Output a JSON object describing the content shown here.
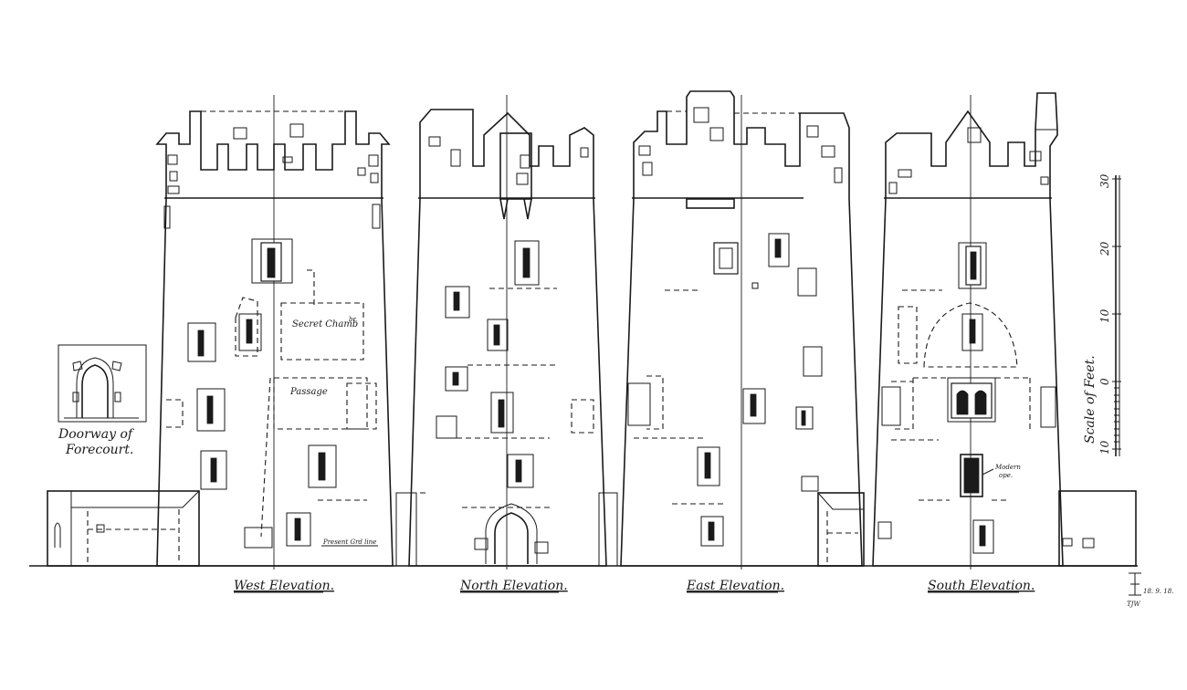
{
  "elevations": [
    {
      "id": "west",
      "label": "West Elevation."
    },
    {
      "id": "north",
      "label": "North Elevation."
    },
    {
      "id": "east",
      "label": "East Elevation."
    },
    {
      "id": "south",
      "label": "South Elevation."
    }
  ],
  "annotations": {
    "secret_chamber": "Secret Chamb",
    "secret_chamber_sup": "br.",
    "passage": "Passage",
    "present_grd_line": "Present Grd line",
    "modern_ope_1": "Modern",
    "modern_ope_2": "ope."
  },
  "inset": {
    "caption_line1": "Doorway of",
    "caption_line2": "Forecourt."
  },
  "scale": {
    "title": "Scale of Feet.",
    "ticks": [
      "30",
      "20",
      "10",
      "0",
      "10"
    ]
  },
  "monogram": "TJW",
  "monogram_date": "18. 9. 18."
}
